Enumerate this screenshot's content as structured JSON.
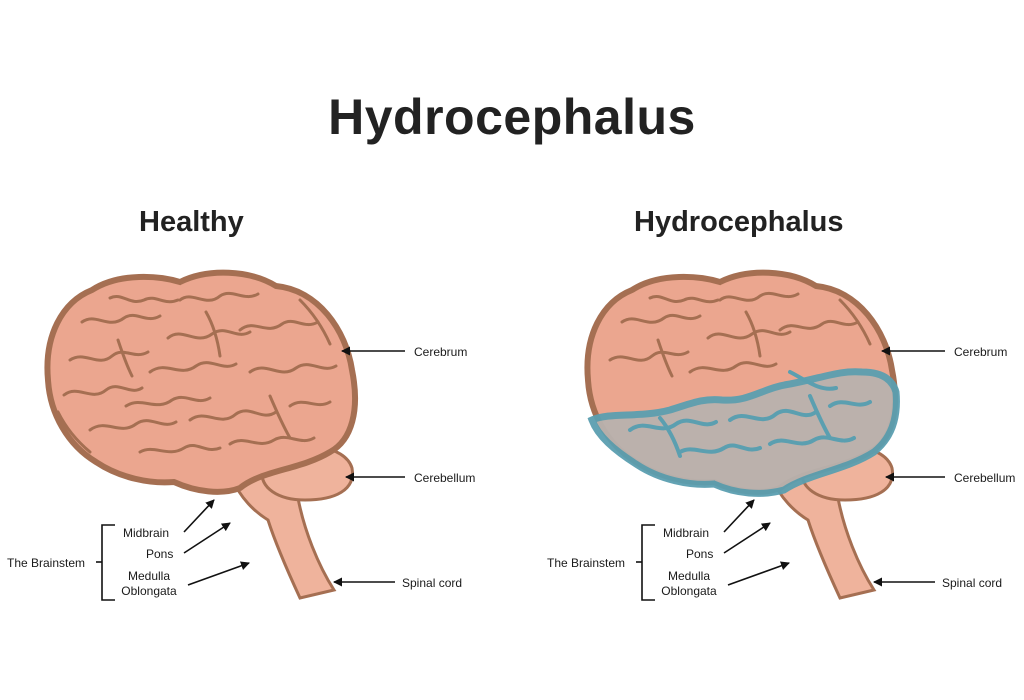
{
  "title": "Hydrocephalus",
  "panels": [
    {
      "title": "Healthy",
      "labels": {
        "cerebrum": "Cerebrum",
        "cerebellum": "Cerebellum",
        "spinal_cord": "Spinal cord",
        "midbrain": "Midbrain",
        "pons": "Pons",
        "medulla": "Medulla",
        "oblongata": "Oblongata",
        "brainstem": "The Brainstem"
      }
    },
    {
      "title": "Hydrocephalus",
      "labels": {
        "cerebrum": "Cerebrum",
        "cerebellum": "Cerebellum",
        "spinal_cord": "Spinal cord",
        "midbrain": "Midbrain",
        "pons": "Pons",
        "medulla": "Medulla",
        "oblongata": "Oblongata",
        "brainstem": "The Brainstem"
      }
    }
  ],
  "colors": {
    "brain_fill": "#eba68f",
    "brain_outline": "#a56f52",
    "fold_line": "#a56f52",
    "stem_fill": "#efb39c",
    "fluid_fill": "#b9b2ae",
    "fluid_outline": "#5b9fb0",
    "text": "#222222"
  }
}
